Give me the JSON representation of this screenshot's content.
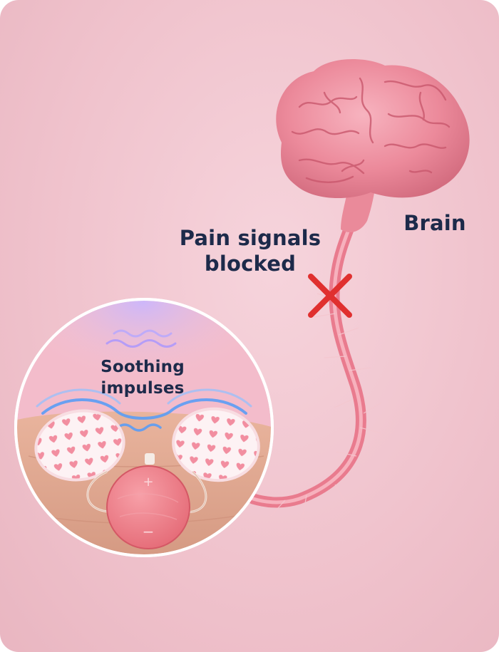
{
  "labels": {
    "brain": "Brain",
    "pain_signals_line1": "Pain signals",
    "pain_signals_line2": "blocked",
    "soothing_line1": "Soothing",
    "soothing_line2": "impulses"
  },
  "device": {
    "plus_symbol": "+",
    "minus_symbol": "−"
  },
  "colors": {
    "background": "#f0c3cd",
    "brain": "#ec8a9b",
    "nerve": "#ef7d90",
    "blocked_x": "#e0302f",
    "impulse_wave": "#4f8ff0",
    "device": "#ee7b86",
    "text": "#1d2a4a"
  }
}
